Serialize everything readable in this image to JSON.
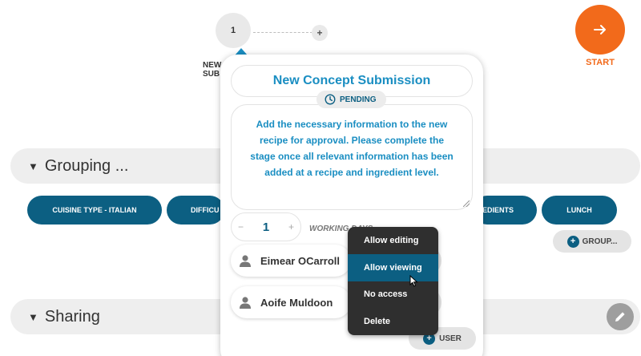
{
  "stage": {
    "number": "1",
    "add": "+",
    "label": "NEW SUB"
  },
  "start": {
    "label": "START"
  },
  "sections": {
    "grouping": "Grouping ...",
    "sharing": "Sharing"
  },
  "chips": [
    "CUISINE TYPE - ITALIAN",
    "DIFFICU",
    "EDIENTS",
    "LUNCH"
  ],
  "group_button": {
    "label": "GROUP..."
  },
  "popover": {
    "title": "New Concept Submission",
    "status": "PENDING",
    "description": "Add the necessary information to the new recipe for approval. Please complete the stage once all relevant information has been added at a recipe and ingredient level.",
    "stepper": {
      "minus": "−",
      "value": "1",
      "plus": "+"
    },
    "working_days_label": "WORKING DAYS",
    "users": [
      {
        "name": "Eimear OCarroll"
      },
      {
        "name": "Aoife Muldoon"
      }
    ],
    "add_user_label": "USER"
  },
  "access_menu": {
    "items": [
      "Allow editing",
      "Allow viewing",
      "No access",
      "Delete"
    ],
    "active_index": 1
  },
  "colors": {
    "accent": "#0c5f82",
    "title_blue": "#1a8ec2",
    "start_orange": "#f26a1b",
    "menu_bg": "#2f2f2f"
  }
}
